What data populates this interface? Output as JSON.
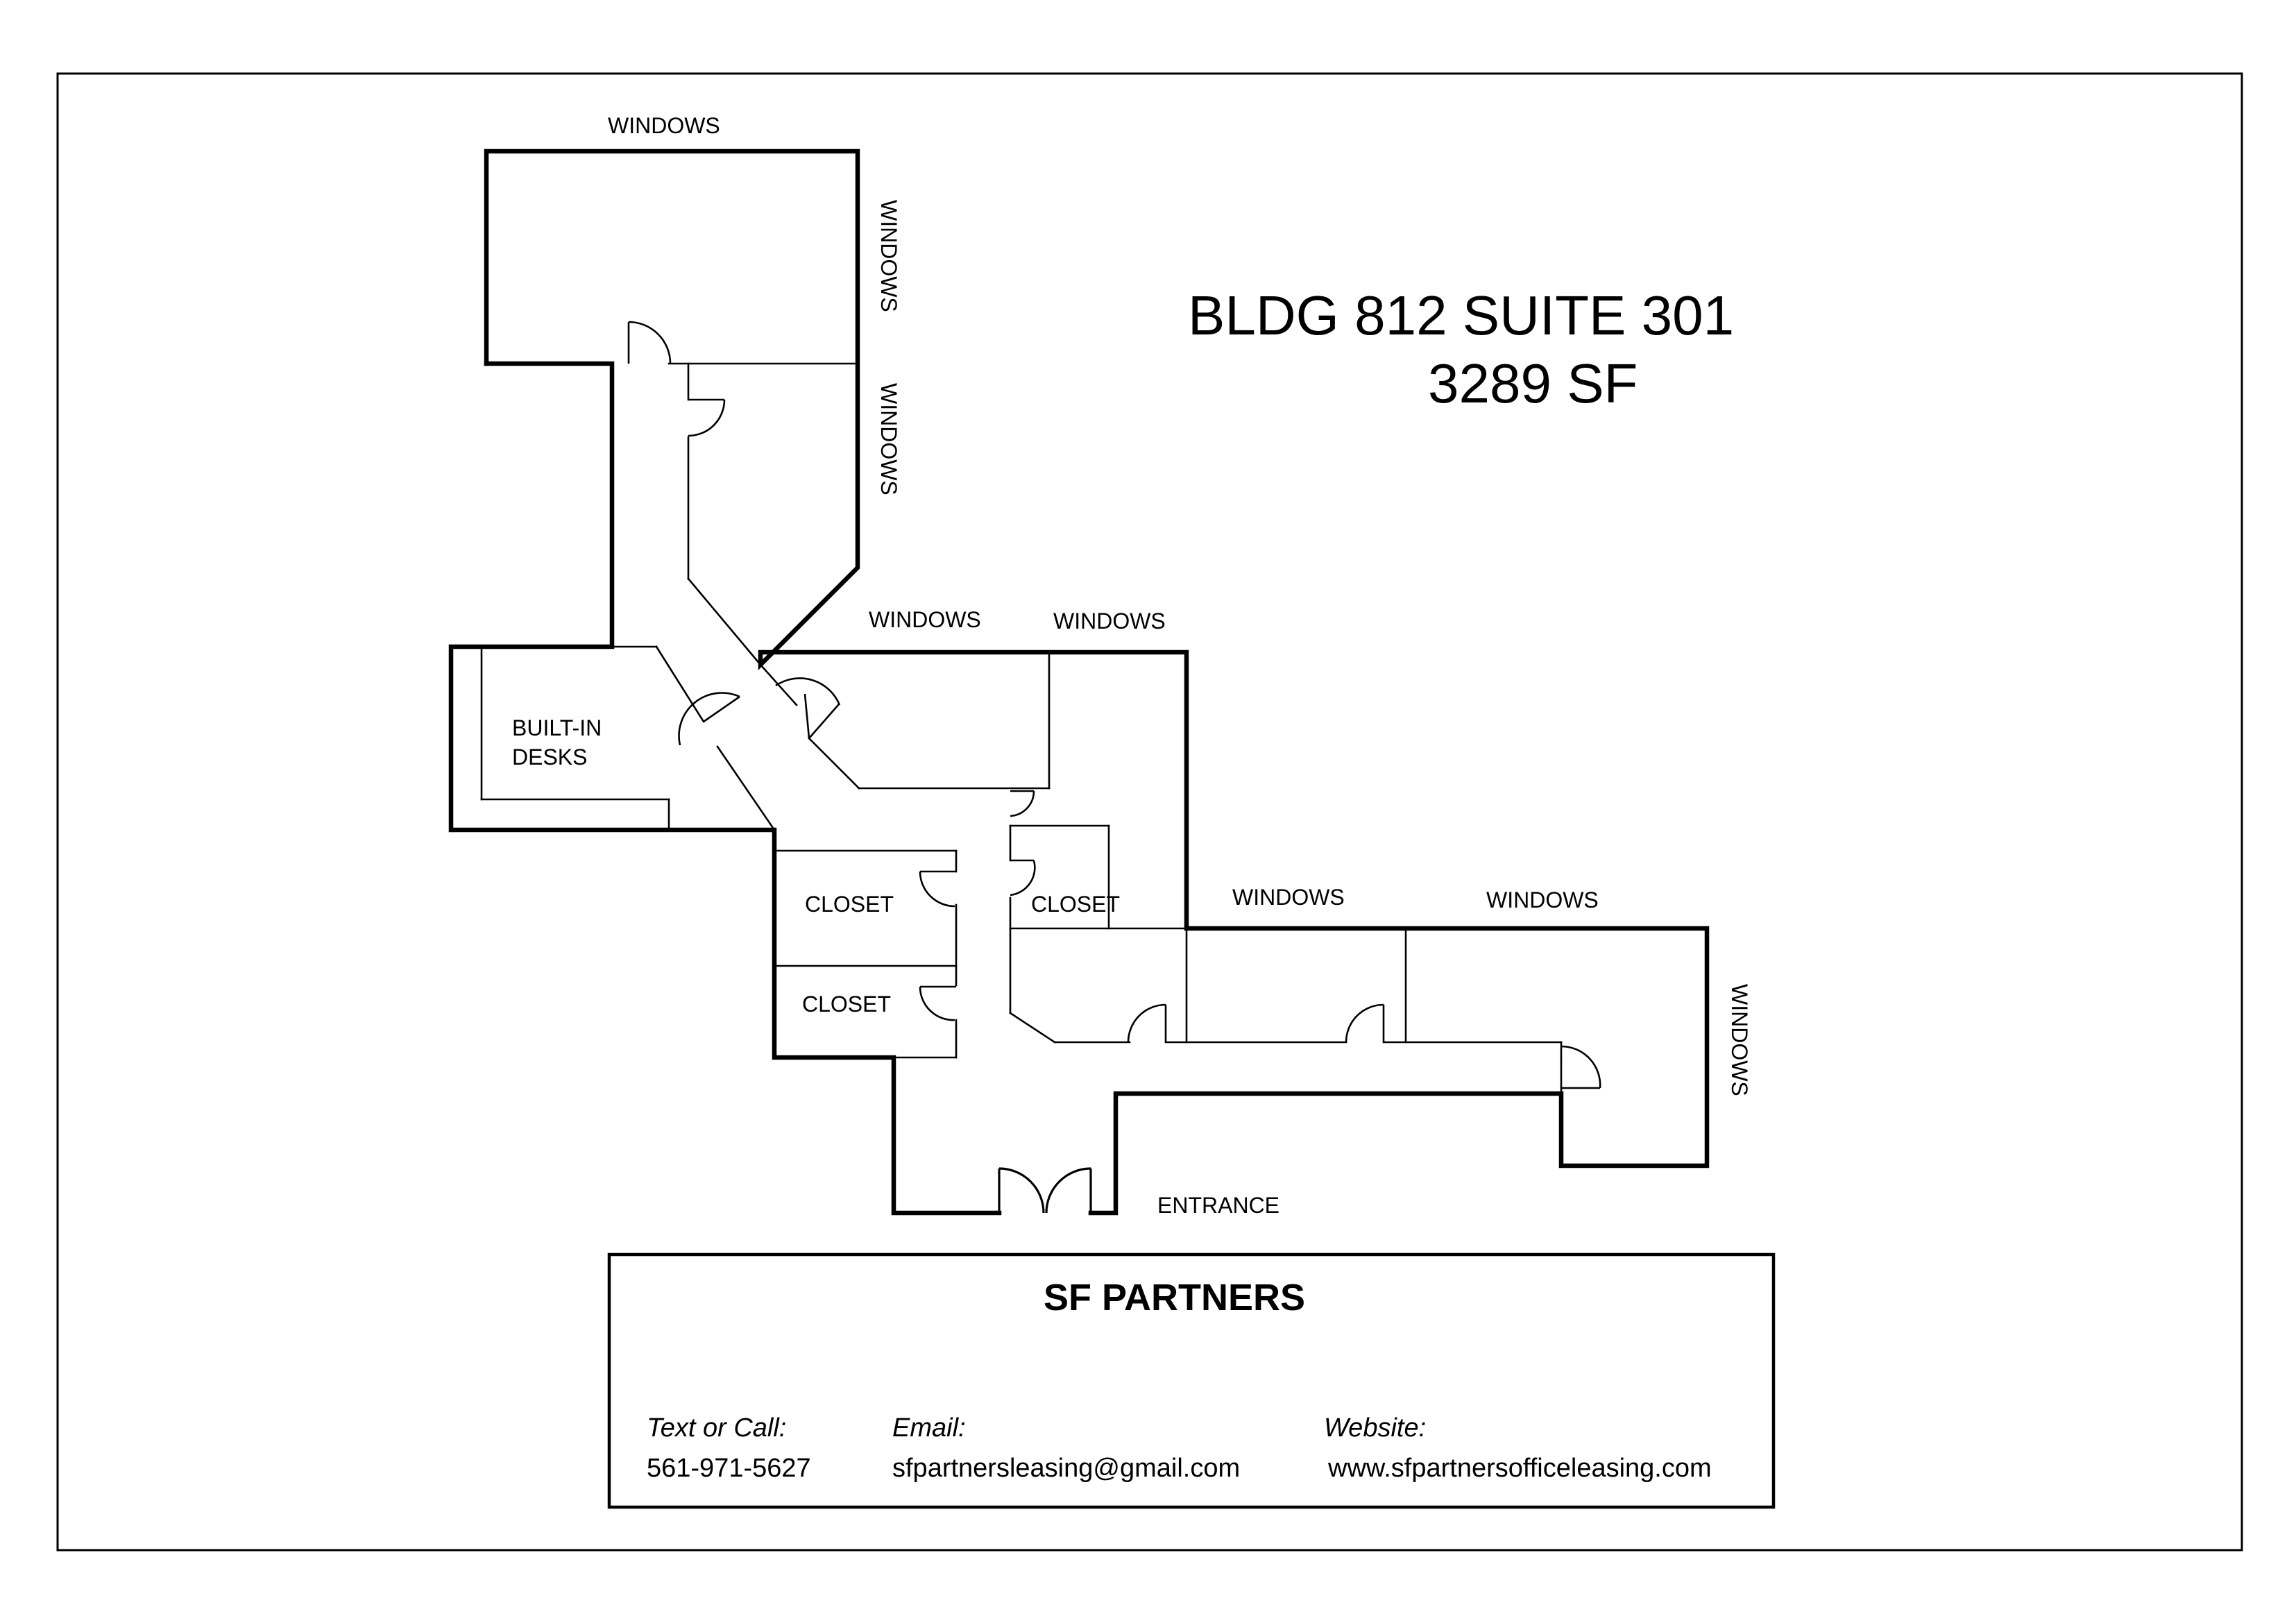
{
  "plan": {
    "title": "BLDG 812 SUITE 301",
    "area": "3289 SF",
    "labels": {
      "windows": "WINDOWS",
      "built_in_line1": "BUILT-IN",
      "built_in_line2": "DESKS",
      "closet": "CLOSET",
      "entrance": "ENTRANCE"
    }
  },
  "footer": {
    "company": "SF PARTNERS",
    "phone_label": "Text or Call:",
    "phone": "561-971-5627",
    "email_label": "Email:",
    "email": "sfpartnersleasing@gmail.com",
    "website_label": "Website:",
    "website": "www.sfpartnersofficeleasing.com"
  }
}
